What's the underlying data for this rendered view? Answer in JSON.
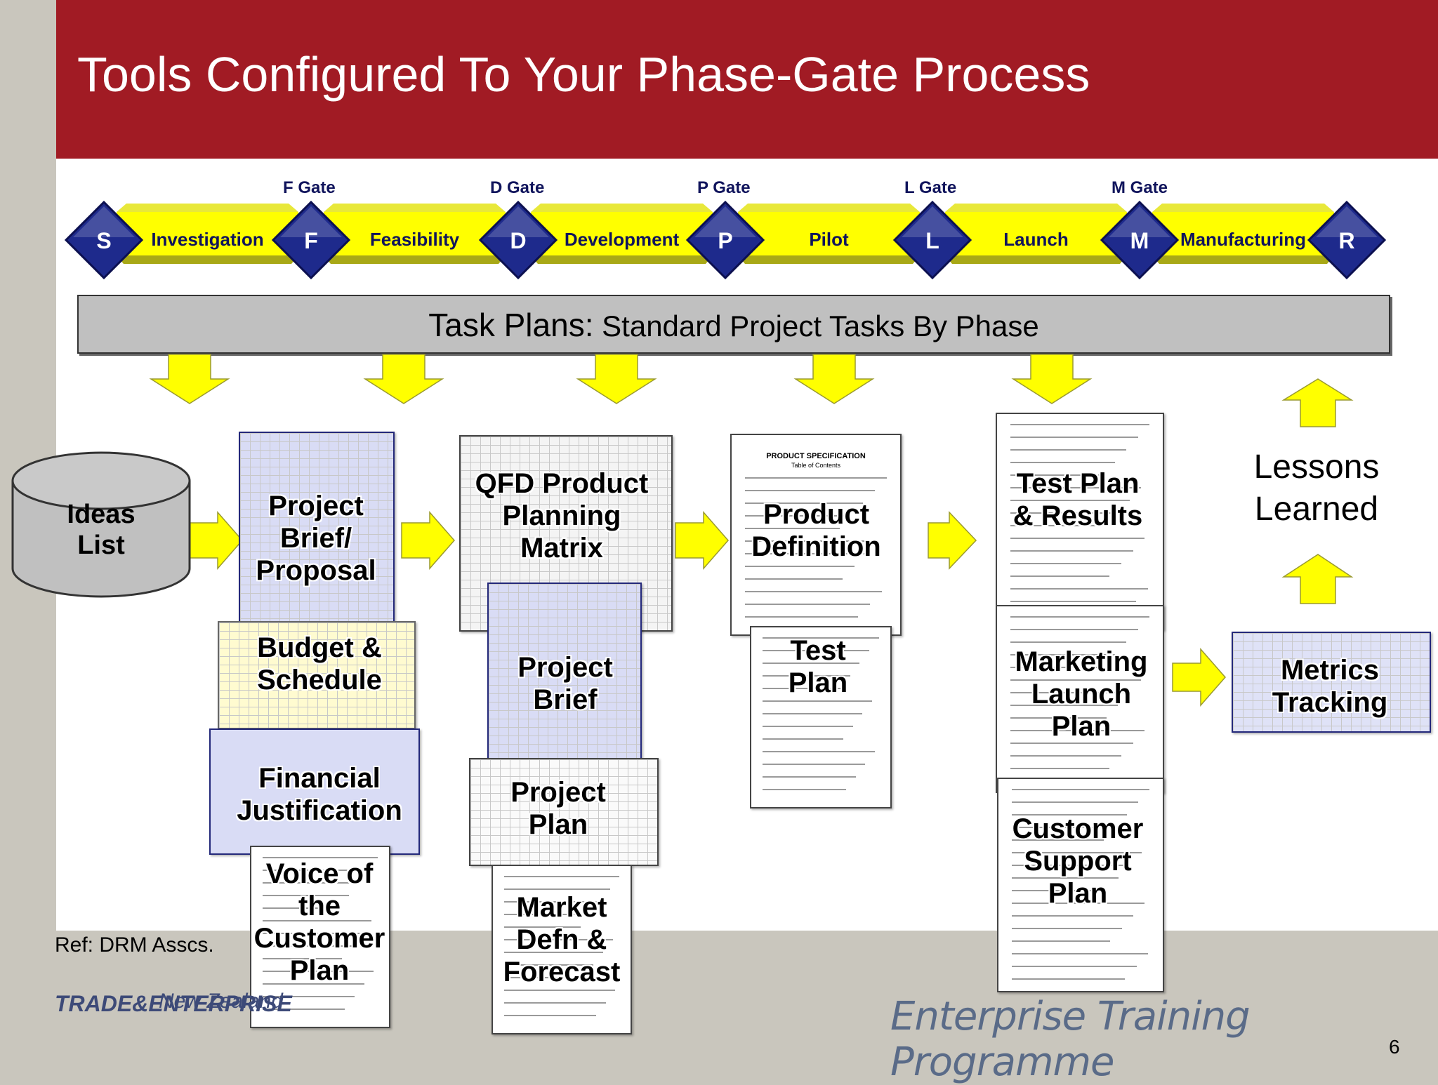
{
  "title": "Tools Configured To Your Phase-Gate Process",
  "gates": [
    {
      "key": "S"
    },
    {
      "key": "F"
    },
    {
      "key": "D"
    },
    {
      "key": "P"
    },
    {
      "key": "L"
    },
    {
      "key": "M"
    },
    {
      "key": "R"
    }
  ],
  "gate_labels": [
    "F Gate",
    "D Gate",
    "P Gate",
    "L Gate",
    "M Gate"
  ],
  "phases": [
    "Investigation",
    "Feasibility",
    "Development",
    "Pilot",
    "Launch",
    "Manufacturing"
  ],
  "task_plans": {
    "bold": "Task Plans:",
    "rest": " Standard Project Tasks By Phase"
  },
  "ideas_list": [
    "Ideas",
    "List"
  ],
  "lessons": [
    "Lessons",
    "Learned"
  ],
  "docs": {
    "project_brief_proposal": [
      "Project",
      "Brief/",
      "Proposal"
    ],
    "budget_schedule": [
      "Budget &",
      "Schedule"
    ],
    "financial_justification": [
      "Financial",
      "Justification"
    ],
    "voice_customer_plan": [
      "Voice of",
      "the",
      "Customer",
      "Plan"
    ],
    "qfd_matrix": [
      "QFD Product",
      "Planning",
      "Matrix"
    ],
    "project_brief": [
      "Project",
      "Brief"
    ],
    "project_plan": [
      "Project",
      "Plan"
    ],
    "market_forecast": [
      "Market",
      "Defn &",
      "Forecast"
    ],
    "product_definition": [
      "Product",
      "Definition"
    ],
    "test_plan": [
      "Test",
      "Plan"
    ],
    "test_plan_results": [
      "Test Plan",
      "& Results"
    ],
    "marketing_launch_plan": [
      "Marketing",
      "Launch",
      "Plan"
    ],
    "customer_support_plan": [
      "Customer",
      "Support",
      "Plan"
    ],
    "metrics_tracking": [
      "Metrics",
      "Tracking"
    ]
  },
  "product_spec_header": [
    "PRODUCT SPECIFICATION",
    "Table of Contents"
  ],
  "reference": "Ref: DRM Asscs.",
  "logo": {
    "nz": "New Zealand",
    "trade": "TRADE&ENTERPRISE"
  },
  "programme": "Enterprise Training Programme",
  "page_number": "6",
  "colors": {
    "title_bar": "#a11b24",
    "gate_diamond": "#1e2a8c",
    "phase_band": "#ffff00",
    "arrow": "#ffff00"
  }
}
